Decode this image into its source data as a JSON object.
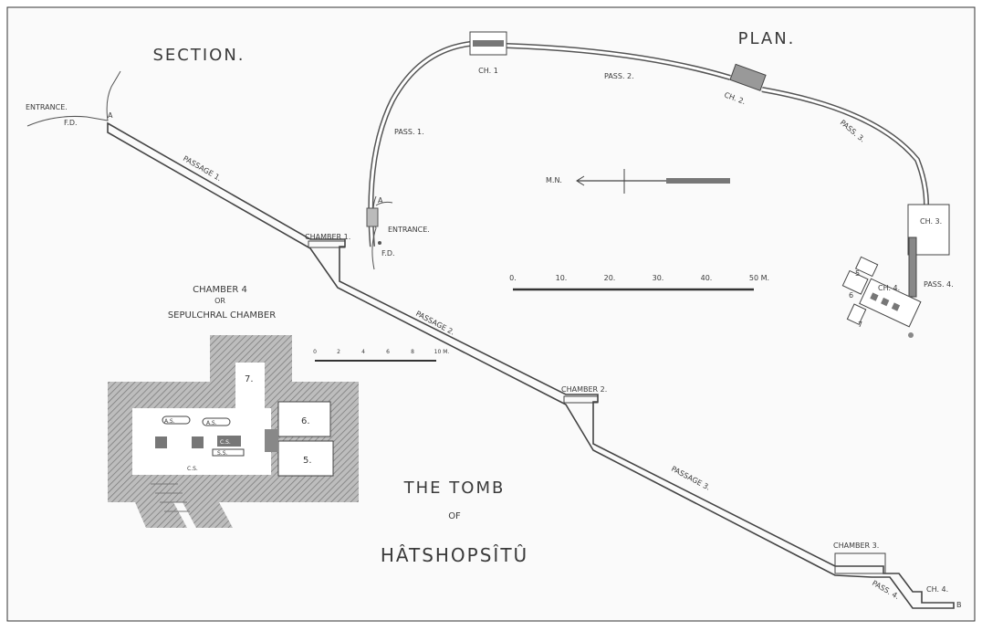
{
  "section": {
    "title": "SECTION.",
    "entrance": "ENTRANCE.",
    "fd": "F.D.",
    "a": "A",
    "passage1": "PASSAGE 1.",
    "chamber1": "CHAMBER 1.",
    "passage2": "PASSAGE 2.",
    "chamber2": "CHAMBER 2.",
    "passage3": "PASSAGE 3.",
    "chamber3": "CHAMBER 3.",
    "pass4": "PASS. 4.",
    "ch4": "CH. 4.",
    "b": "B"
  },
  "plan": {
    "title": "PLAN.",
    "ch1": "CH. 1",
    "pass1": "PASS. 1.",
    "pass2": "PASS. 2.",
    "ch2": "CH. 2.",
    "pass3": "PASS. 3.",
    "ch3": "CH. 3.",
    "pass4": "PASS. 4.",
    "ch4": "CH. 4.",
    "entrance": "ENTRANCE.",
    "fd": "F.D.",
    "a": "A",
    "north": "M.N.",
    "rooms": [
      "5",
      "6",
      "7"
    ],
    "scale": [
      "0.",
      "10.",
      "20.",
      "30.",
      "40.",
      "50 M."
    ]
  },
  "sepulchral": {
    "title1": "CHAMBER 4",
    "title2": "OR",
    "title3": "SEPULCHRAL CHAMBER",
    "room7": "7.",
    "room6": "6.",
    "room5": "5.",
    "labels": [
      "A.S.",
      "A.S.",
      "C.S.",
      "S.S.",
      "C.S."
    ],
    "scale": [
      "0",
      "2",
      "4",
      "6",
      "8",
      "10 M."
    ]
  },
  "caption": {
    "line1": "THE TOMB",
    "line2": "OF",
    "line3": "HÂTSHOPSÎTÛ"
  }
}
